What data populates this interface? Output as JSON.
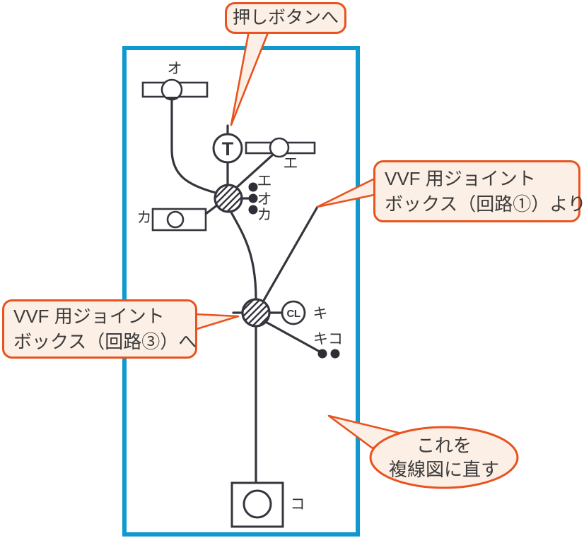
{
  "colors": {
    "frame_blue": "#0f99cf",
    "callout_orange": "#e8531f",
    "callout_fill": "#fcefe5",
    "line": "#35353d",
    "text": "#333333"
  },
  "callouts": {
    "pushbutton": {
      "text": "押しボタンへ"
    },
    "from_circuit1": {
      "line1": "VVF 用ジョイント",
      "line2": "ボックス（回路①）より"
    },
    "to_circuit3": {
      "line1": "VVF 用ジョイント",
      "line2": "ボックス（回路③）へ"
    },
    "note": {
      "line1": "これを",
      "line2": "複線図に直す"
    }
  },
  "diagram": {
    "devices": {
      "fluorescent_o": {
        "label": "オ"
      },
      "fluorescent_e": {
        "label": "エ"
      },
      "fluorescent_ka": {
        "label": "カ"
      },
      "transformer": {
        "symbol": "T"
      },
      "ceiling_light": {
        "symbol": "CL",
        "label": "キ"
      },
      "exhaust_fan": {
        "label": "コ"
      }
    },
    "switch_bank_top": {
      "labels": [
        "エ",
        "オ",
        "カ"
      ]
    },
    "switch_pair_bottom": {
      "label": "キコ"
    }
  }
}
